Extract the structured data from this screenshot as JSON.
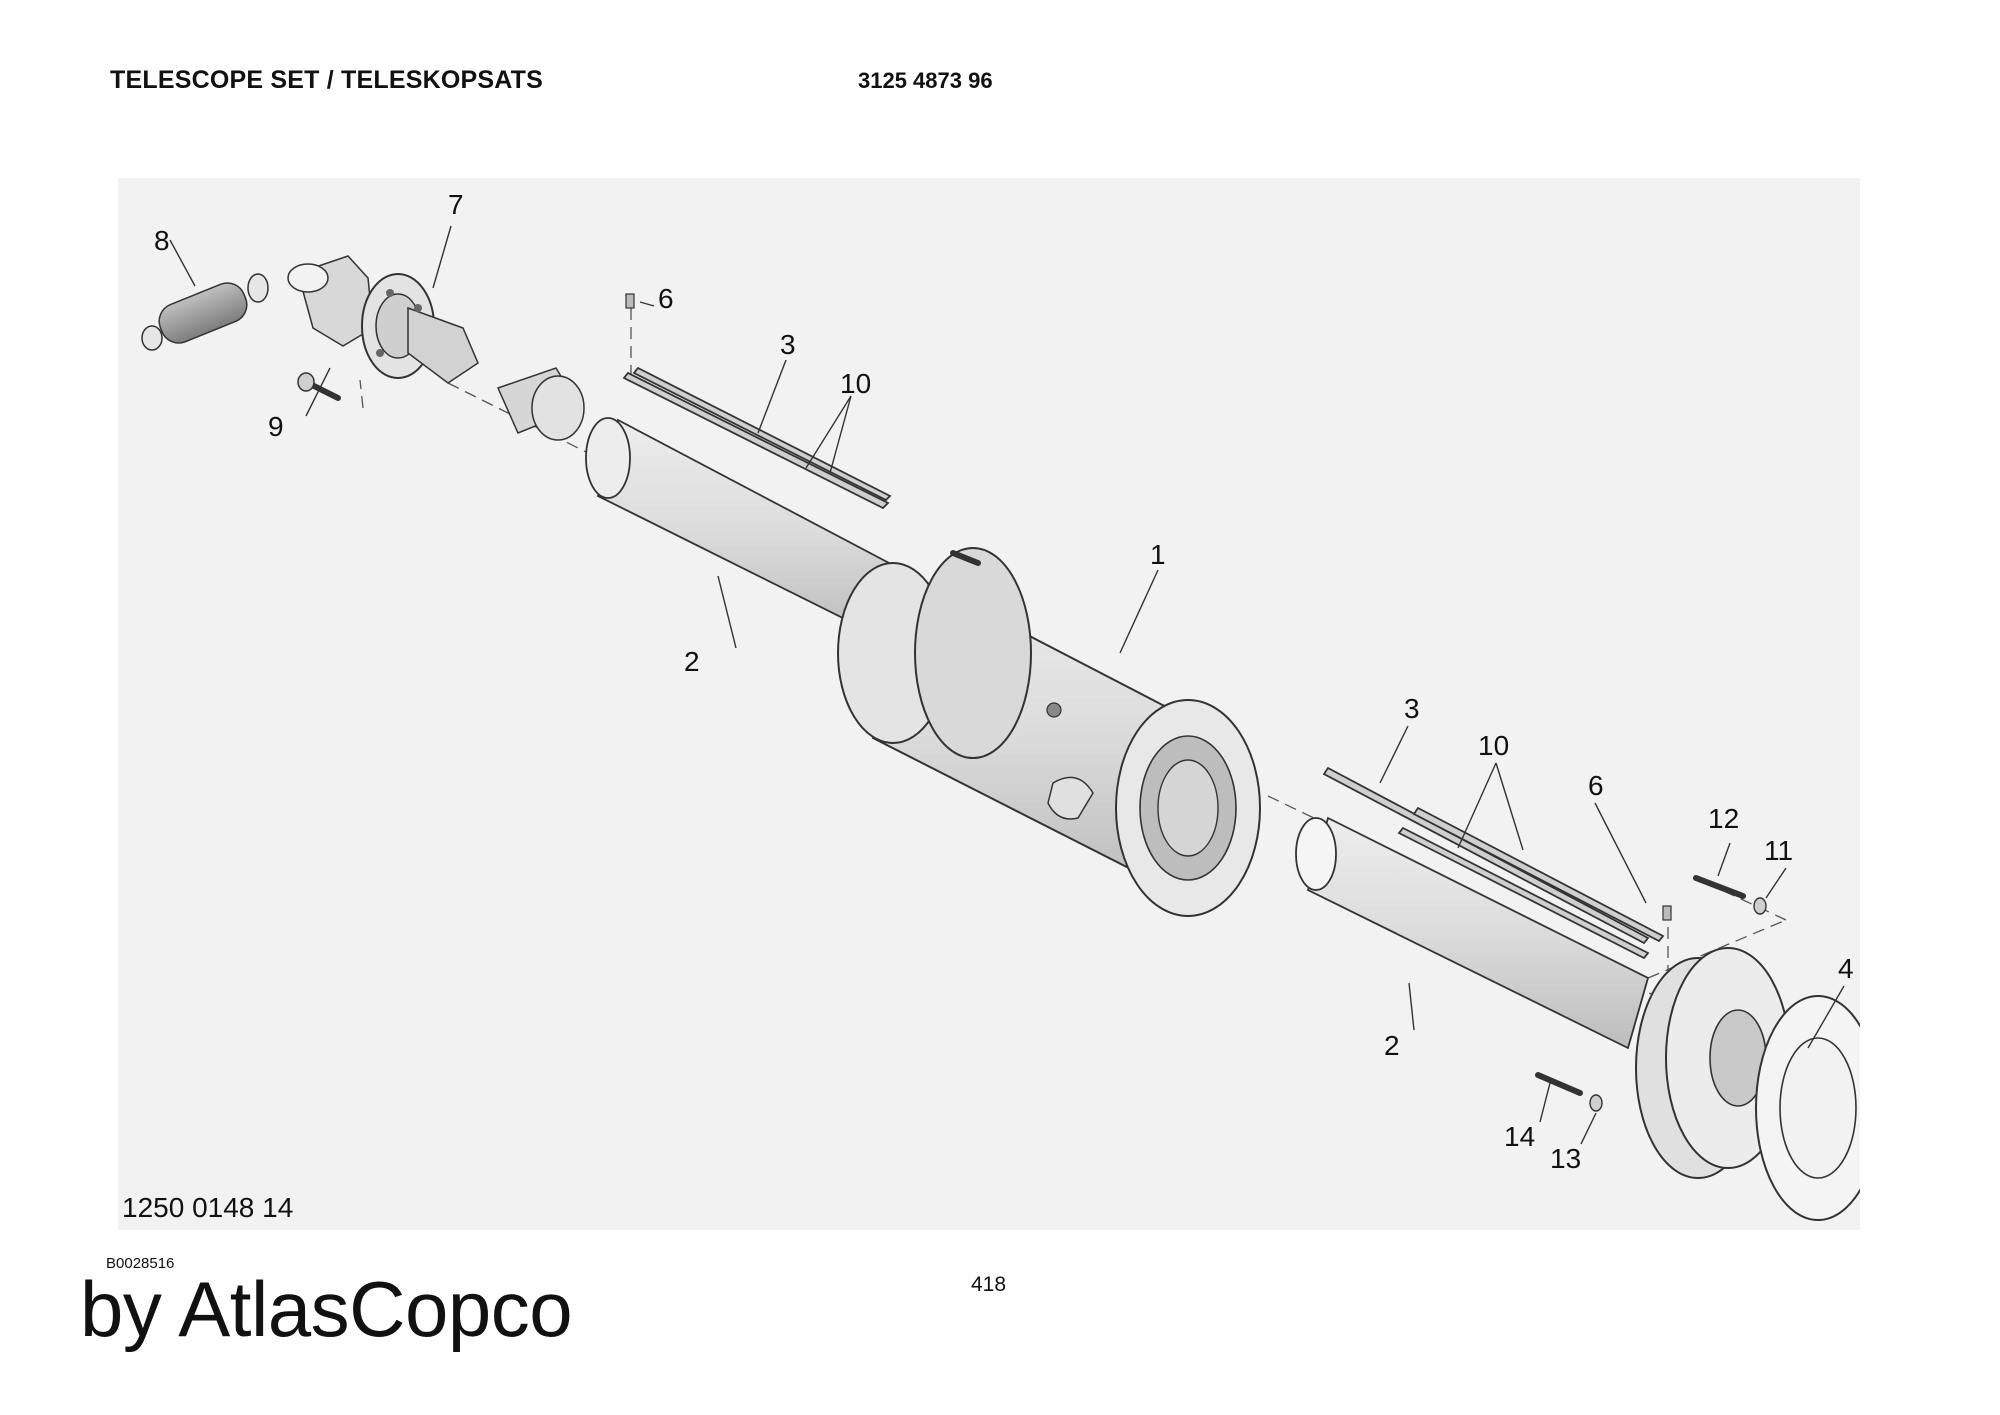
{
  "header": {
    "title": "TELESCOPE SET / TELESKOPSATS",
    "part_number": "3125 4873 96"
  },
  "diagram": {
    "callouts": [
      {
        "id": "c1",
        "text": "1"
      },
      {
        "id": "c2a",
        "text": "2"
      },
      {
        "id": "c2b",
        "text": "2"
      },
      {
        "id": "c3a",
        "text": "3"
      },
      {
        "id": "c3b",
        "text": "3"
      },
      {
        "id": "c4",
        "text": "4"
      },
      {
        "id": "c6a",
        "text": "6"
      },
      {
        "id": "c6b",
        "text": "6"
      },
      {
        "id": "c7",
        "text": "7"
      },
      {
        "id": "c8",
        "text": "8"
      },
      {
        "id": "c9",
        "text": "9"
      },
      {
        "id": "c10a",
        "text": "10"
      },
      {
        "id": "c10b",
        "text": "10"
      },
      {
        "id": "c11",
        "text": "11"
      },
      {
        "id": "c12",
        "text": "12"
      },
      {
        "id": "c13",
        "text": "13"
      },
      {
        "id": "c14",
        "text": "14"
      }
    ]
  },
  "footer": {
    "drawing_number": "1250 0148 14",
    "reference": "B0028516",
    "page_number": "418",
    "brand": "by AtlasCopco"
  },
  "colors": {
    "background": "#f2f2f2",
    "part_fill": "#d9d9d9",
    "part_dark": "#9a9a9a",
    "outline": "#333333"
  }
}
